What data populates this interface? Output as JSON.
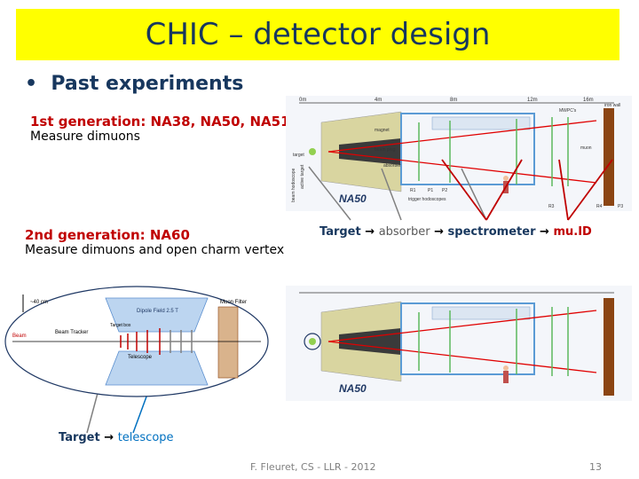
{
  "title": "CHIC – detector design",
  "bullet": "Past experiments",
  "gen1": {
    "title": "1st generation: NA38, NA50, NA51",
    "desc": "Measure dimuons"
  },
  "gen2": {
    "title": "2nd generation: NA60",
    "desc": "Measure dimuons and open charm vertex"
  },
  "na50_chain": {
    "target": "Target",
    "absorber": "absorber",
    "spectrometer": "spectrometer",
    "muid": "mu.ID",
    "arrow": "→"
  },
  "na60_chain": {
    "target": "Target",
    "telescope": "telescope",
    "arrow": "→"
  },
  "na50_diagram": {
    "logo": "NA50",
    "scale": [
      "0m",
      "4m",
      "8m",
      "12m",
      "16m"
    ],
    "labels": [
      "magnet",
      "beam plug",
      "absorber",
      "trigger hodoscopes",
      "muon",
      "MWPC's",
      "iron wall",
      "R1",
      "P1",
      "P2",
      "R3",
      "R4",
      "P3"
    ],
    "left_labels": [
      "target",
      "active target",
      "beam hodoscope"
    ]
  },
  "na60_diagram": {
    "labels": [
      "Dipole Field 2.5 T",
      "Muon Filter",
      "Beam Tracker",
      "Target box",
      "Telescope",
      "~40 cm",
      "Beam"
    ]
  },
  "footer": {
    "credit": "F. Fleuret, CS - LLR - 2012",
    "page": "13"
  },
  "colors": {
    "title_bg": "#ffff00",
    "title_text": "#17375e",
    "gen_title": "#c00000",
    "chain_target": "#17375e",
    "chain_red": "#c00000",
    "telescope_blue": "#0070c0"
  }
}
